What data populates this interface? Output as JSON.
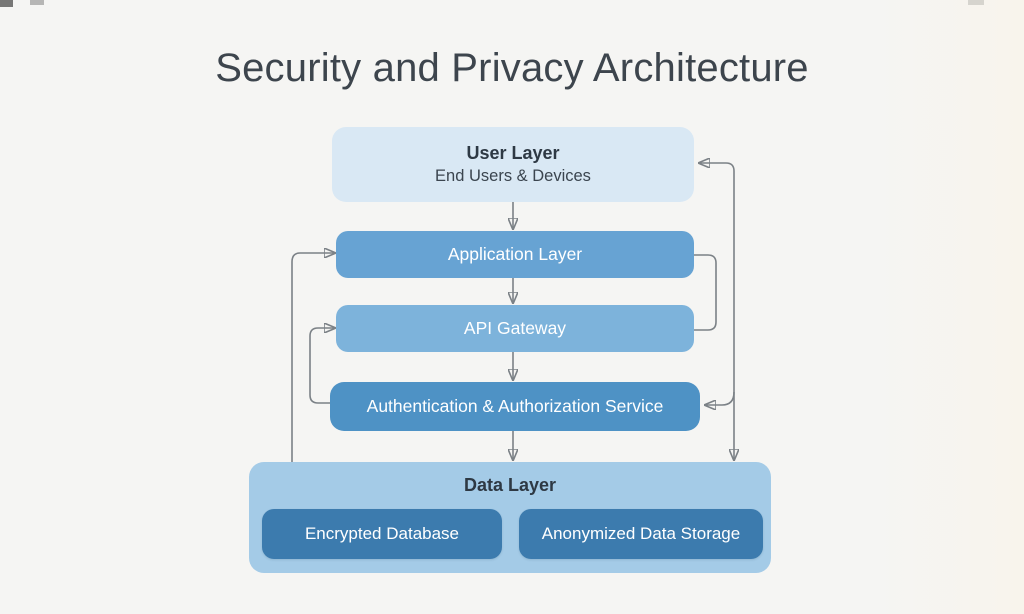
{
  "title": "Security and Privacy Architecture",
  "diagram": {
    "nodes": {
      "user_layer": {
        "title": "User Layer",
        "subtitle": "End Users & Devices"
      },
      "application_layer": {
        "label": "Application Layer"
      },
      "api_gateway": {
        "label": "API Gateway"
      },
      "auth_service": {
        "label": "Authentication & Authorization Service"
      },
      "data_layer": {
        "title": "Data Layer",
        "children": {
          "encrypted_database": {
            "label": "Encrypted Database"
          },
          "anonymized_storage": {
            "label": "Anonymized Data Storage"
          }
        }
      }
    },
    "edges": [
      {
        "from": "User Layer",
        "to": "Application Layer",
        "style": "arrow-down-center"
      },
      {
        "from": "Application Layer",
        "to": "API Gateway",
        "style": "arrow-down-center"
      },
      {
        "from": "API Gateway",
        "to": "Authentication & Authorization Service",
        "style": "arrow-down-center"
      },
      {
        "from": "Authentication & Authorization Service",
        "to": "Data Layer",
        "style": "arrow-down-center"
      },
      {
        "from": "Data Layer",
        "to": "Application Layer",
        "style": "feedback-left-arrow"
      },
      {
        "from": "Authentication & Authorization Service",
        "to": "API Gateway",
        "style": "feedback-left-arrow"
      },
      {
        "from": "Application Layer",
        "to": "API Gateway",
        "style": "loop-right-line"
      },
      {
        "from": "right-vertical-bus",
        "to": "User Layer",
        "style": "arrow-into-right-edge"
      },
      {
        "from": "right-vertical-bus",
        "to": "Authentication & Authorization Service",
        "style": "arrow-into-right-edge"
      },
      {
        "from": "right-vertical-bus",
        "to": "Data Layer",
        "style": "arrow-down-into-top"
      }
    ],
    "colors": {
      "background": "#f5f5f2",
      "title_text": "#3d454d",
      "user_layer_bg": "#d9e8f4",
      "application_layer_bg": "#67a3d3",
      "api_gateway_bg": "#7db3db",
      "auth_service_bg": "#4e92c5",
      "data_layer_bg": "#a4cbe7",
      "data_child_bg": "#3c7bae",
      "node_text_light": "#ffffff",
      "node_text_dark": "#2e3944",
      "arrow": "#7b8186"
    }
  }
}
